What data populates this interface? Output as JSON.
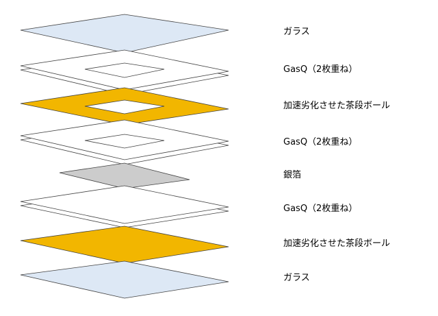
{
  "layers": [
    {
      "label": "ガラス",
      "type": "glass",
      "fill": "#dde8f5"
    },
    {
      "label": "GasQ（2枚重ね）",
      "type": "gasq_frame",
      "fill": "#ffffff"
    },
    {
      "label": "加速劣化させた茶段ボール",
      "type": "cardboard_frame",
      "fill": "#f2b600"
    },
    {
      "label": "GasQ（2枚重ね）",
      "type": "gasq_frame",
      "fill": "#ffffff"
    },
    {
      "label": "銀箔",
      "type": "silver_foil",
      "fill": "#cccccc"
    },
    {
      "label": "GasQ（2枚重ね）",
      "type": "gasq_sheet",
      "fill": "#ffffff"
    },
    {
      "label": "加速劣化させた茶段ボール",
      "type": "cardboard_sheet",
      "fill": "#f2b600"
    },
    {
      "label": "ガラス",
      "type": "glass",
      "fill": "#dde8f5"
    }
  ],
  "colors": {
    "stroke": "#404040"
  }
}
